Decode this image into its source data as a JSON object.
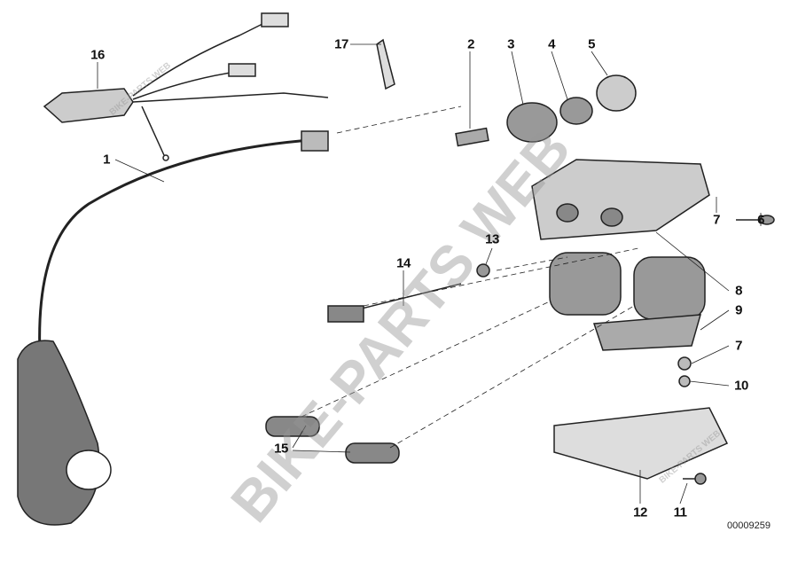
{
  "diagram": {
    "callouts": [
      "1",
      "2",
      "3",
      "4",
      "5",
      "6",
      "7",
      "7",
      "8",
      "9",
      "10",
      "11",
      "12",
      "13",
      "14",
      "15",
      "16",
      "17"
    ],
    "drawing_number": "00009259",
    "watermark": "BIKE-PARTS WEB",
    "watermark_small": "BIKE-PARTS WEB"
  }
}
